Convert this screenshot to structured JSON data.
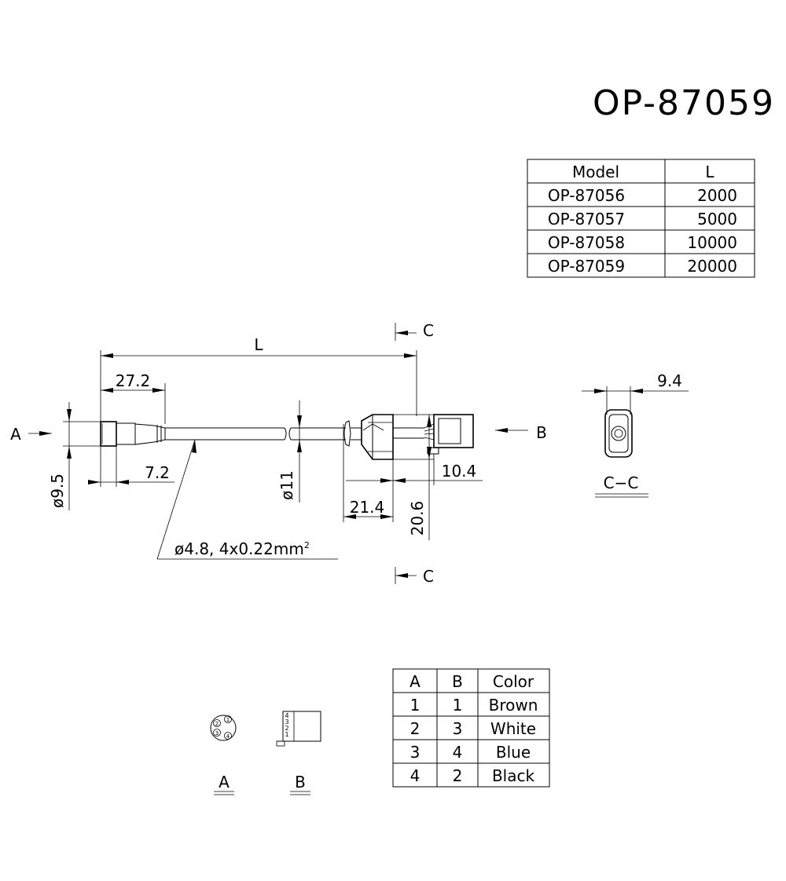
{
  "title": "OP-87059",
  "model_table": {
    "headers": [
      "Model",
      "L"
    ],
    "rows": [
      [
        "OP-87056",
        "2000"
      ],
      [
        "OP-87057",
        "5000"
      ],
      [
        "OP-87058",
        "10000"
      ],
      [
        "OP-87059",
        "20000"
      ]
    ]
  },
  "dimensions": {
    "length": "L",
    "d1": "27.2",
    "d2": "7.2",
    "d3": "ø9.5",
    "d4": "ø11",
    "d5": "21.4",
    "d6": "20.6",
    "d7": "10.4",
    "d8": "9.4",
    "cable": "ø4.8,  4x0.22mm",
    "cable_sup": "2"
  },
  "labels": {
    "view_a": "A",
    "view_b": "B",
    "section_c": "C",
    "section_cc": "C−C",
    "connector_a": "A",
    "connector_b": "B",
    "pins_a": [
      "1",
      "2",
      "3",
      "4"
    ],
    "pins_b": [
      "4",
      "3",
      "2",
      "1"
    ]
  },
  "wiring_table": {
    "headers": [
      "A",
      "B",
      "Color"
    ],
    "rows": [
      [
        "1",
        "1",
        "Brown"
      ],
      [
        "2",
        "3",
        "White"
      ],
      [
        "3",
        "4",
        "Blue"
      ],
      [
        "4",
        "2",
        "Black"
      ]
    ]
  }
}
